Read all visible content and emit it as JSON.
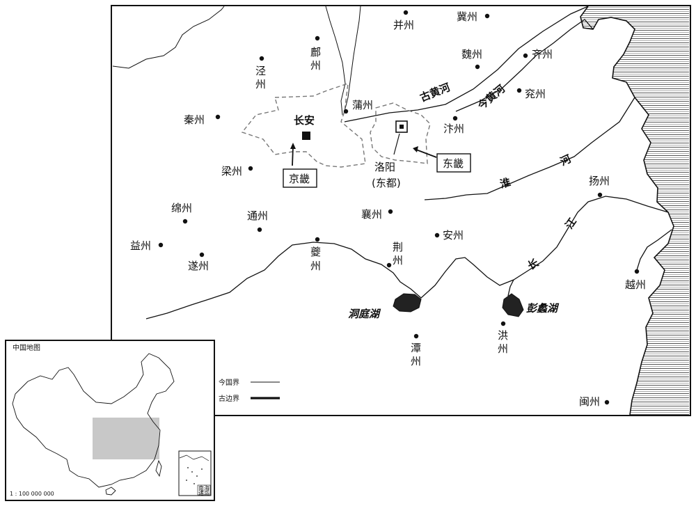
{
  "cities": [
    {
      "id": "bingzhou",
      "name": "并州"
    },
    {
      "id": "jizhou",
      "name": "冀州"
    },
    {
      "id": "fuzhou",
      "name": "鄜州"
    },
    {
      "id": "jingzhou-n",
      "name": "泾州"
    },
    {
      "id": "weizhou",
      "name": "魏州"
    },
    {
      "id": "qizhou",
      "name": "齐州"
    },
    {
      "id": "yanzhou",
      "name": "兖州"
    },
    {
      "id": "puzhou",
      "name": "蒲州"
    },
    {
      "id": "qinzhou",
      "name": "秦州"
    },
    {
      "id": "bianzhou",
      "name": "汴州"
    },
    {
      "id": "liangzhou",
      "name": "梁州"
    },
    {
      "id": "yangzhou",
      "name": "扬州"
    },
    {
      "id": "mianzhou",
      "name": "绵州"
    },
    {
      "id": "tongzhou",
      "name": "通州"
    },
    {
      "id": "xiangzhou",
      "name": "襄州"
    },
    {
      "id": "anzhou",
      "name": "安州"
    },
    {
      "id": "yizhou",
      "name": "益州"
    },
    {
      "id": "kuizhou",
      "name": "夔州"
    },
    {
      "id": "jingzhou",
      "name": "荆州"
    },
    {
      "id": "suizhou",
      "name": "遂州"
    },
    {
      "id": "yuezhou",
      "name": "越州"
    },
    {
      "id": "hongzhou",
      "name": "洪州"
    },
    {
      "id": "tanzhou",
      "name": "潭州"
    },
    {
      "id": "minzhou",
      "name": "闽州"
    }
  ],
  "capitals": {
    "changan": "长安",
    "luoyang": "洛阳",
    "luoyang_note": "(东都)"
  },
  "regions": {
    "jingji": "京畿",
    "dongji": "东畿"
  },
  "rivers": {
    "old_yellow_river": "古黄河",
    "new_yellow_river": "今黄河",
    "huai_he": [
      "淮",
      "河"
    ],
    "chang_jiang": [
      "长",
      "江"
    ]
  },
  "lakes": {
    "dongting": "洞庭湖",
    "poyang": "彭蠡湖"
  },
  "inset": {
    "title": "中国地图",
    "scale": "1 : 100 000 000",
    "south_sea": [
      "南海",
      "诸岛"
    ]
  },
  "legend": {
    "modern_border": "今国界",
    "ancient_border": "古边界"
  }
}
